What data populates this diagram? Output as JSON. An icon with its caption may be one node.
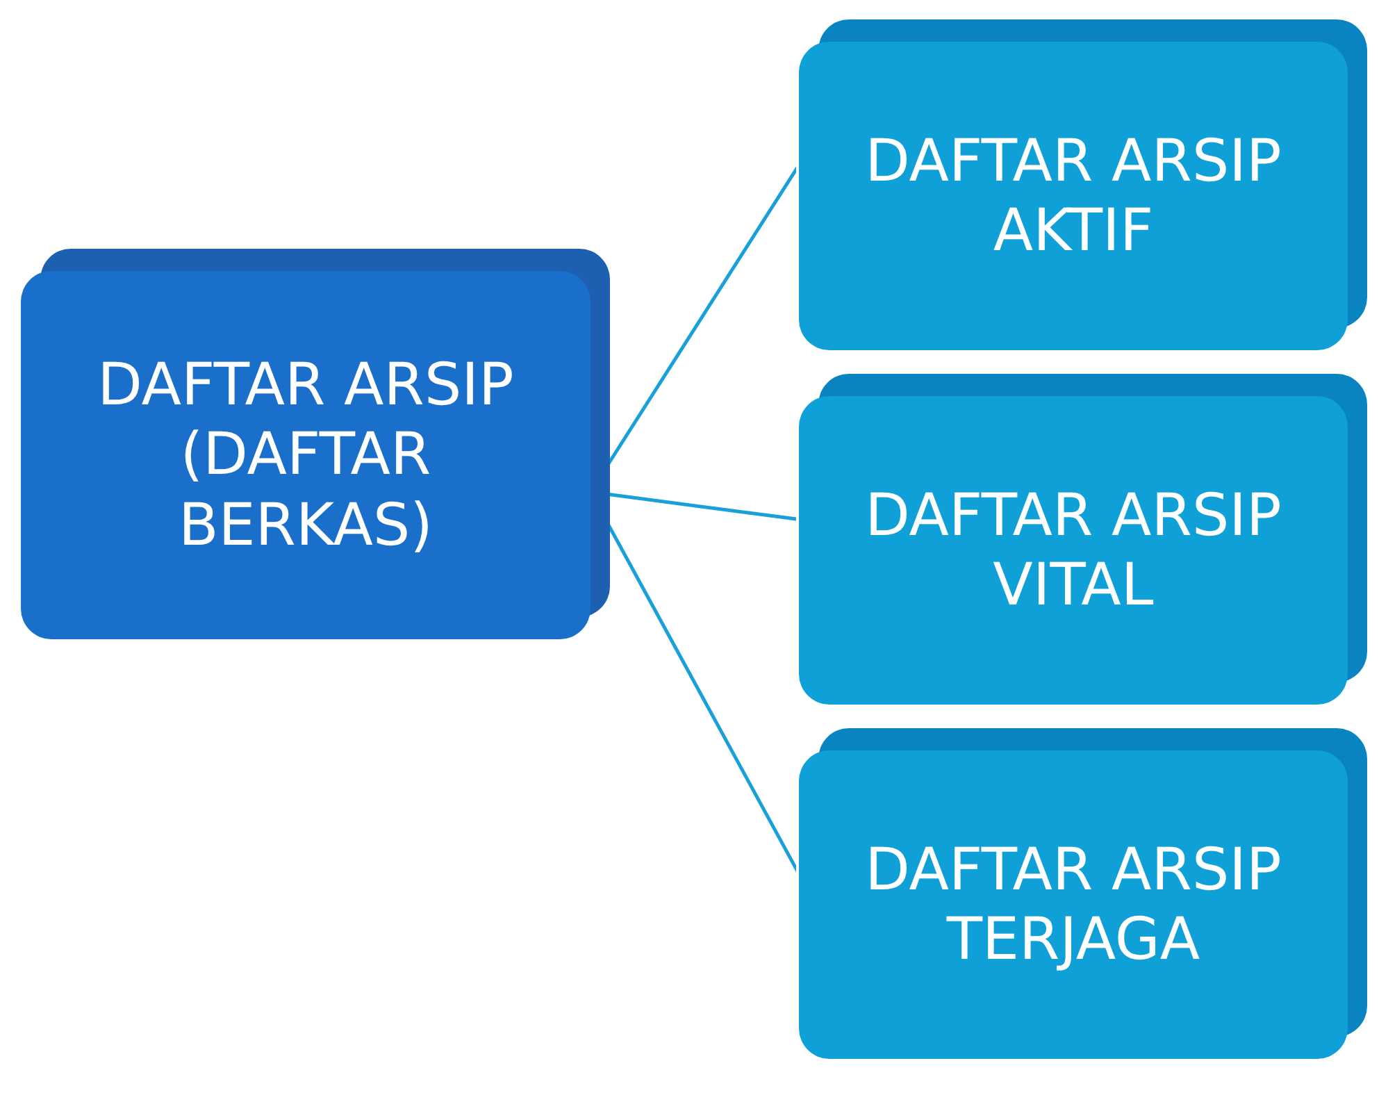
{
  "diagram": {
    "nodes": [
      {
        "text": [
          "DAFTAR ARSIP (DAFTAR BERKAS)"
        ]
      },
      {
        "text": [
          "DAFTAR ARSIP AKTIF"
        ]
      },
      {
        "text": [
          "DAFTAR ARSIP VITAL"
        ]
      },
      {
        "text": [
          "DAFTAR ARSIP TERJAGA"
        ]
      }
    ],
    "edges": [
      {
        "from": 0,
        "to": 1,
        "arrow": "none"
      },
      {
        "from": 0,
        "to": 2,
        "arrow": "none"
      },
      {
        "from": 0,
        "to": 3,
        "arrow": "none"
      }
    ]
  }
}
